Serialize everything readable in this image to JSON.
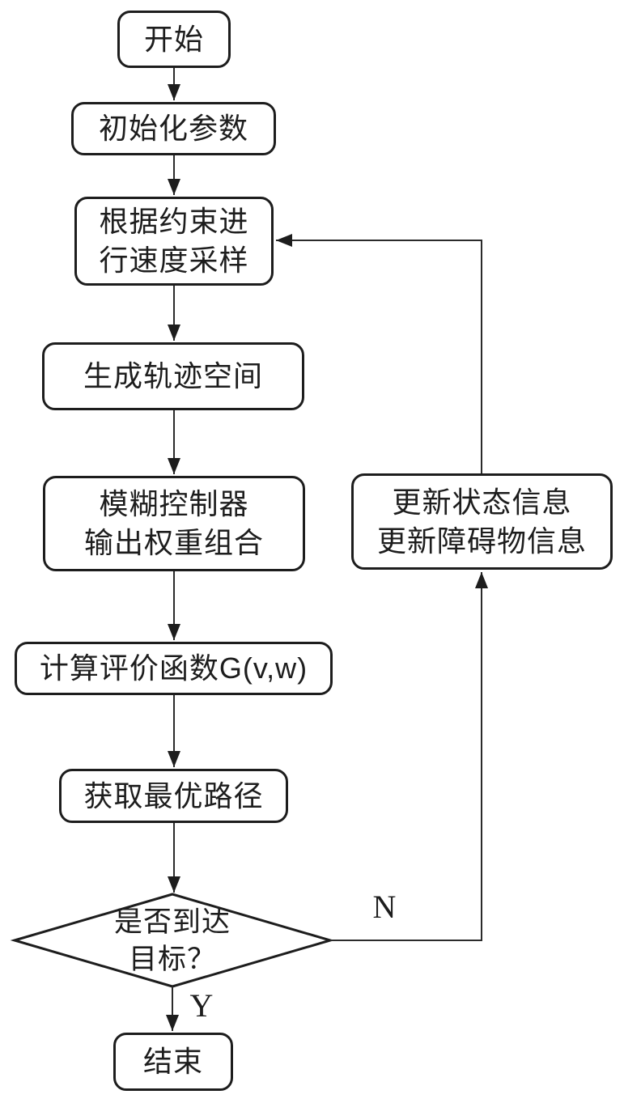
{
  "colors": {
    "ink": "#1d1d1d",
    "line": "#2b2b2b",
    "background": "#ffffff"
  },
  "nodes": {
    "start": {
      "label": "开始"
    },
    "init": {
      "label": "初始化参数"
    },
    "sample": {
      "line1": "根据约束进",
      "line2": "行速度采样"
    },
    "trajectory": {
      "label": "生成轨迹空间"
    },
    "fuzzy": {
      "line1": "模糊控制器",
      "line2": "输出权重组合"
    },
    "evaluate": {
      "label": "计算评价函数G(v,w)"
    },
    "best_path": {
      "label": "获取最优路径"
    },
    "decision": {
      "line1": "是否到达",
      "line2": "目标？"
    },
    "end": {
      "label": "结束"
    },
    "update": {
      "line1": "更新状态信息",
      "line2": "更新障碍物信息"
    }
  },
  "edge_labels": {
    "no": "N",
    "yes": "Y"
  }
}
